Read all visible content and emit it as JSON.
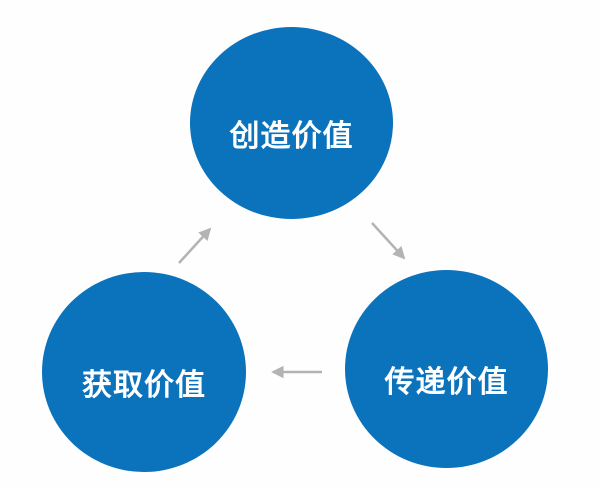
{
  "diagram": {
    "type": "cycle",
    "description": "Three-circle value cycle diagram",
    "nodes": [
      {
        "id": "create-value",
        "label": "创造价值",
        "meaning": "create value",
        "position": "top"
      },
      {
        "id": "deliver-value",
        "label": "传递价值",
        "meaning": "deliver value",
        "position": "bottom-right"
      },
      {
        "id": "capture-value",
        "label": "获取价值",
        "meaning": "capture value",
        "position": "bottom-left"
      }
    ],
    "edges": [
      {
        "from": "创造价值",
        "to": "传递价值",
        "direction": "down-right"
      },
      {
        "from": "传递价值",
        "to": "获取价值",
        "direction": "left"
      },
      {
        "from": "获取价值",
        "to": "创造价值",
        "direction": "up-right"
      }
    ],
    "colors": {
      "circle_fill": "#0b72bc",
      "label_text": "#ffffff",
      "arrow": "#b3b3b3",
      "background": "#fefefe"
    }
  }
}
